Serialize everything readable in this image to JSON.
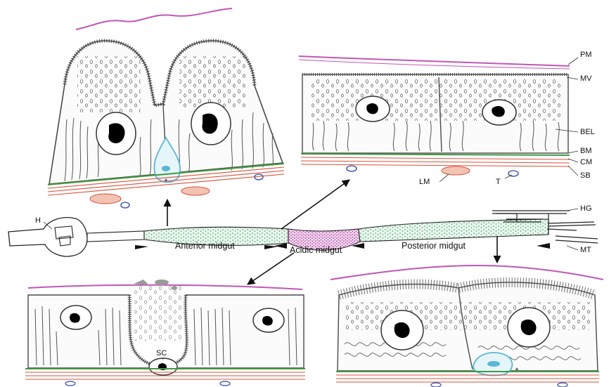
{
  "labels": {
    "pm": "PM",
    "mv": "MV",
    "bel": "BEL",
    "bm": "BM",
    "cm": "CM",
    "sb": "SB",
    "lm": "LM",
    "t": "T",
    "h": "H",
    "hg": "HG",
    "mt": "MT",
    "sc": "SC",
    "asterisk": "*"
  },
  "regions": {
    "anterior": "Anterior midgut",
    "acidic": "Acidic midgut",
    "posterior": "Posterior midgut"
  },
  "colors": {
    "line": "#4a4a4a",
    "peritrophic_membrane": "#c256b6",
    "basement_membrane": "#3f9a3f",
    "circular_muscle": "#d9503a",
    "longitudinal_muscle_fill": "#f3c9b9",
    "trachea": "#4b62b5",
    "stem_cell": "#5ab7d4",
    "gut_dots": "#3a9a5a",
    "acidic_fill": "#d97fd0",
    "nucleus": "#000000"
  }
}
